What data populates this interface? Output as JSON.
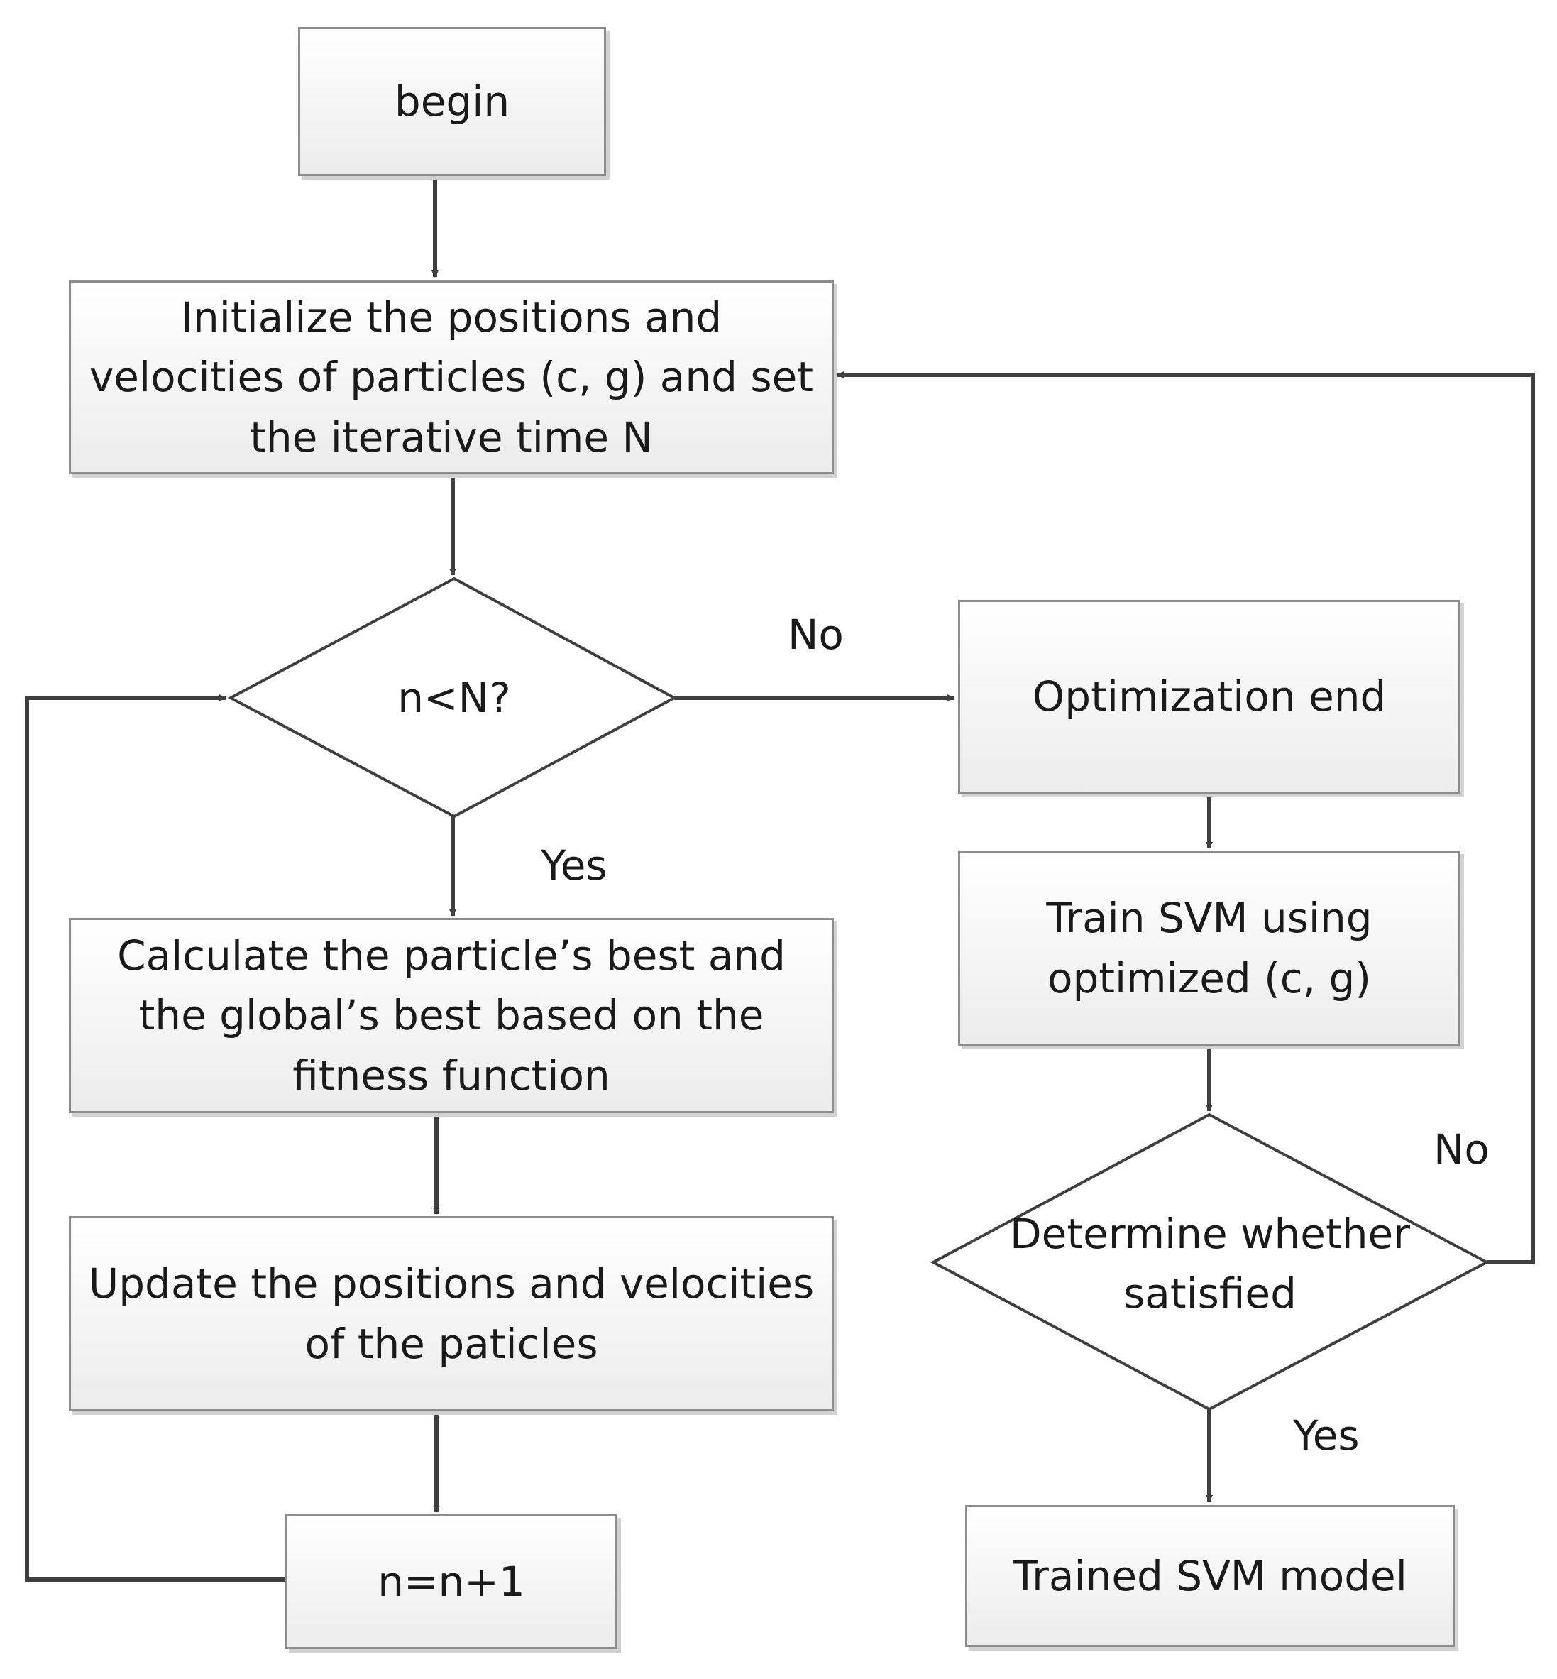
{
  "nodes": {
    "begin": "begin",
    "initialize": "Initialize the positions and velocities of particles (c, g) and set the iterative time N",
    "condition": "n<N?",
    "calculate": "Calculate the particle’s best and the global’s best based on the fitness function",
    "update": "Update the positions and velocities of the paticles",
    "increment": "n=n+1",
    "optimization_end": "Optimization end",
    "train": "Train SVM using optimized (c, g)",
    "determine": "Determine whether satisfied",
    "trained_model": "Trained SVM model"
  },
  "edge_labels": {
    "condition_no": "No",
    "condition_yes": "Yes",
    "determine_no": "No",
    "determine_yes": "Yes"
  },
  "colors": {
    "line": "#3f3f3f",
    "box_border": "#8c8c8c"
  }
}
